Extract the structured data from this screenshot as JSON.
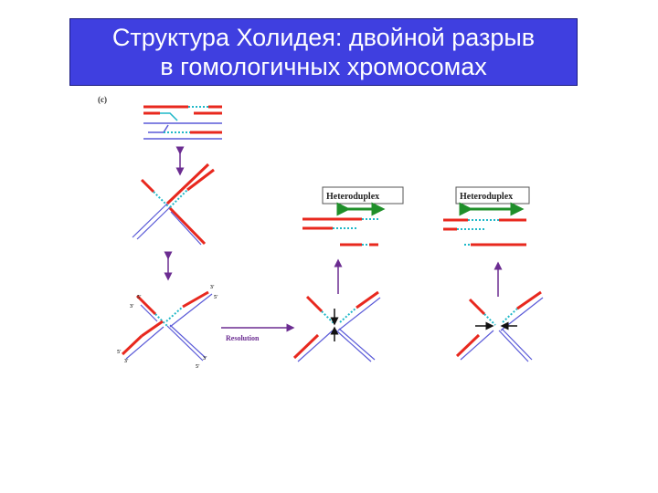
{
  "title": {
    "line1": "Структура Холидея: двойной разрыв",
    "line2": "в гомологичных хромосомах"
  },
  "panel_label": "(c)",
  "labels": {
    "heteroduplex": "Heteroduplex",
    "resolution": "Resolution",
    "five_prime": "5'",
    "three_prime": "3'"
  },
  "colors": {
    "title_bg": "#3f3fe0",
    "red_strand": "#e8281e",
    "blue_strand": "#5a5ad8",
    "cyan_new_dna": "#1fb8c8",
    "purple_arrow": "#6b2c91",
    "green_arrow": "#1f8f2a",
    "black_arrow": "#111111"
  }
}
